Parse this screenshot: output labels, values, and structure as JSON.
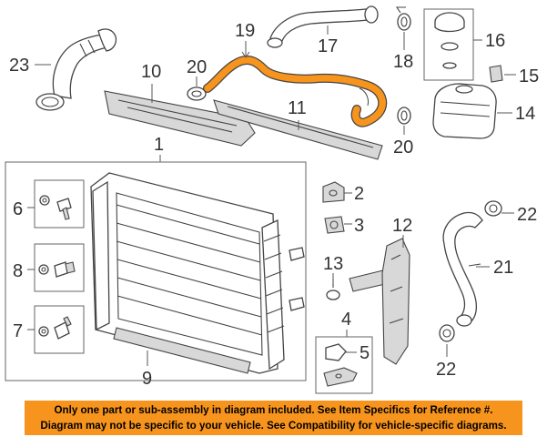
{
  "callouts": {
    "c1": "1",
    "c2": "2",
    "c3": "3",
    "c4": "4",
    "c5": "5",
    "c6": "6",
    "c7": "7",
    "c8": "8",
    "c9": "9",
    "c10": "10",
    "c11": "11",
    "c12": "12",
    "c13": "13",
    "c14": "14",
    "c15": "15",
    "c16": "16",
    "c17": "17",
    "c18": "18",
    "c19": "19",
    "c20a": "20",
    "c20b": "20",
    "c21": "21",
    "c22a": "22",
    "c22b": "22",
    "c23": "23"
  },
  "highlight_color": "#f7941d",
  "disclaimer": {
    "line1": "Only one part or sub-assembly in diagram included. See Item Specifics for Reference #.",
    "line2": "Diagram may not be specific to your vehicle. See Compatibility for vehicle-specific diagrams."
  }
}
